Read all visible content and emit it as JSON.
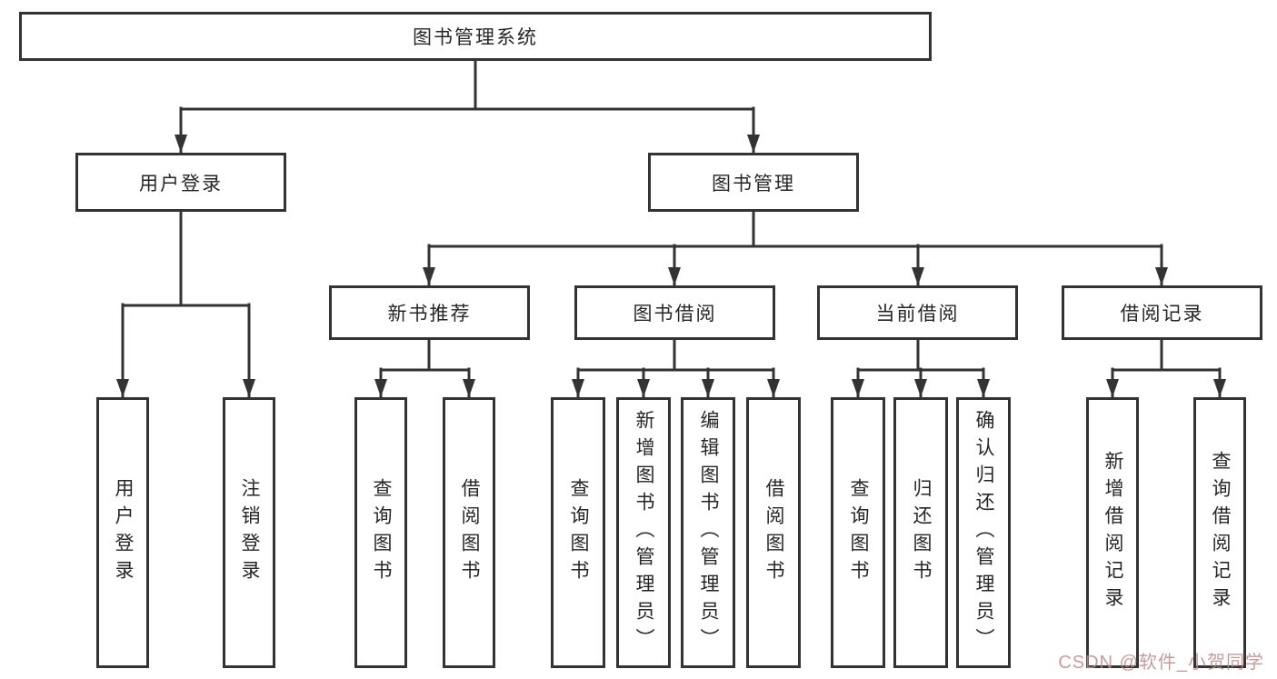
{
  "tree": {
    "label": "图书管理系统",
    "children": [
      {
        "label": "用户登录",
        "children": [
          {
            "label": "用户登录"
          },
          {
            "label": "注销登录"
          }
        ]
      },
      {
        "label": "图书管理",
        "children": [
          {
            "label": "新书推荐",
            "children": [
              {
                "label": "查询图书"
              },
              {
                "label": "借阅图书"
              }
            ]
          },
          {
            "label": "图书借阅",
            "children": [
              {
                "label": "查询图书"
              },
              {
                "label": "新增图书（管理员）"
              },
              {
                "label": "编辑图书（管理员）"
              },
              {
                "label": "借阅图书"
              }
            ]
          },
          {
            "label": "当前借阅",
            "children": [
              {
                "label": "查询图书"
              },
              {
                "label": "归还图书"
              },
              {
                "label": "确认归还（管理员）"
              }
            ]
          },
          {
            "label": "借阅记录",
            "children": [
              {
                "label": "新增借阅记录"
              },
              {
                "label": "查询借阅记录"
              }
            ]
          }
        ]
      }
    ]
  },
  "watermark": {
    "text": "CSDN @软件_小贺同学"
  },
  "colors": {
    "line": "#333333",
    "text": "#262626",
    "background": "#ffffff",
    "watermark": "#be8a8a"
  }
}
